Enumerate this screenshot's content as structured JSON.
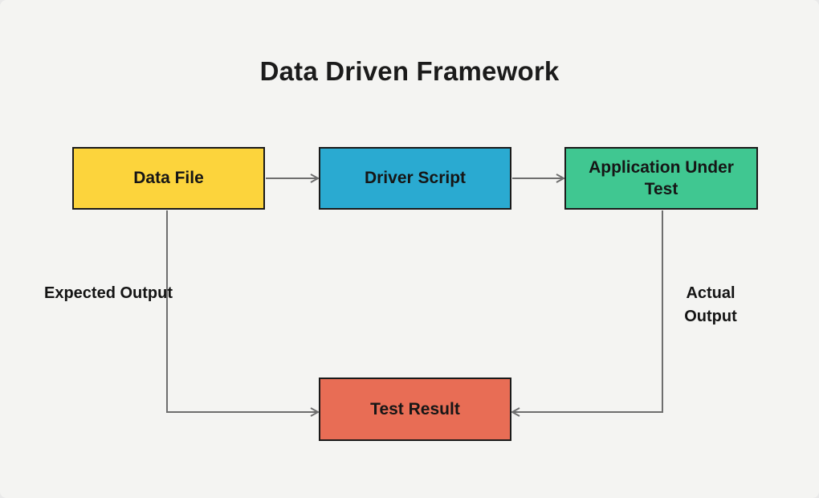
{
  "title": "Data Driven Framework",
  "colors": {
    "background": "#f4f4f2",
    "border": "#1a1a1a",
    "connector": "#6e6e6e",
    "node_data_file": "#fcd43c",
    "node_driver_script": "#2aaad1",
    "node_application_under_test": "#40c791",
    "node_test_result": "#e86d55"
  },
  "nodes": [
    {
      "id": "data-file",
      "label": "Data File",
      "color": "#fcd43c"
    },
    {
      "id": "driver-script",
      "label": "Driver Script",
      "color": "#2aaad1"
    },
    {
      "id": "application-under-test",
      "label": "Application Under Test",
      "color": "#40c791"
    },
    {
      "id": "test-result",
      "label": "Test Result",
      "color": "#e86d55"
    }
  ],
  "edges": [
    {
      "from": "data-file",
      "to": "driver-script",
      "label": "",
      "direction": "right"
    },
    {
      "from": "driver-script",
      "to": "application-under-test",
      "label": "",
      "direction": "right"
    },
    {
      "from": "data-file",
      "to": "test-result",
      "label": "Expected Output",
      "direction": "down-right"
    },
    {
      "from": "application-under-test",
      "to": "test-result",
      "label": "Actual Output",
      "direction": "down-left"
    }
  ]
}
